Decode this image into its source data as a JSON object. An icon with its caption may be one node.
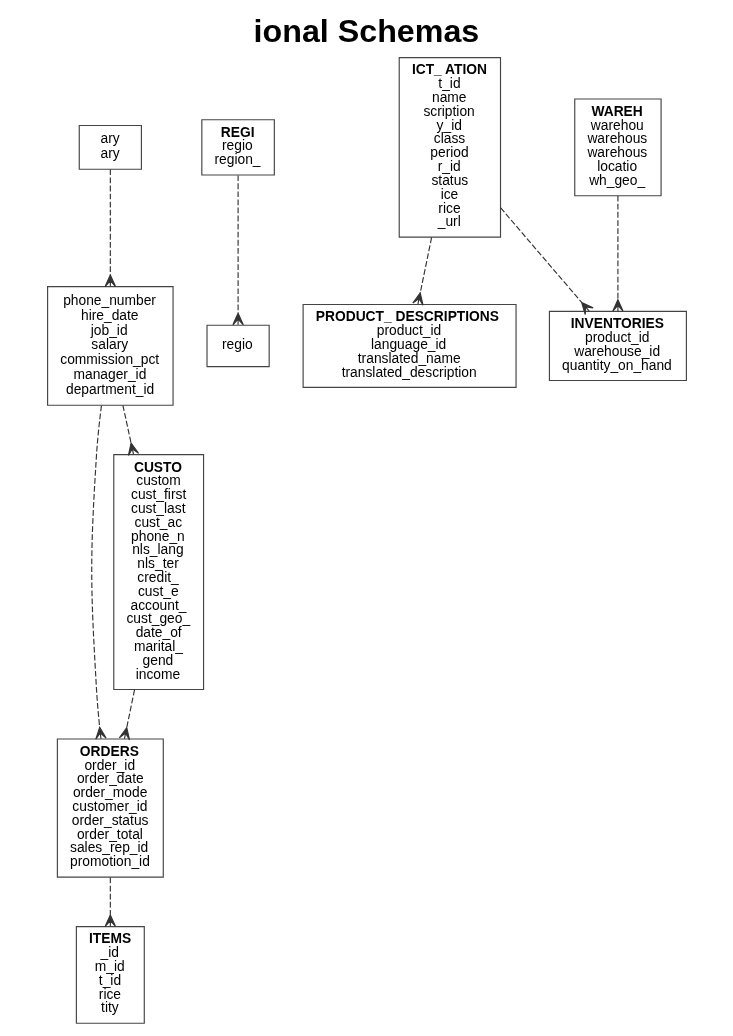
{
  "diagram": {
    "title": "ional Schemas",
    "nodes": [
      {
        "text": [
          "ary",
          "ary"
        ]
      },
      {
        "text": [
          "phone_number",
          "hire_date",
          "job_id",
          "salary",
          "commission_pct",
          "manager_id",
          "department_id"
        ]
      },
      {
        "text": [
          "regio"
        ]
      },
      {
        "text": [
          "REGI",
          "regio",
          "region_"
        ]
      },
      {
        "text": [
          "ITEMS",
          "_id",
          "m_id",
          "t_id",
          "rice",
          "tity"
        ]
      },
      {
        "text": [
          "ORDERS",
          "order_id",
          "order_date",
          "order_mode",
          "customer_id",
          "order_status",
          "order_total",
          "sales_rep_id",
          "promotion_id"
        ]
      },
      {
        "text": [
          "CUSTO",
          "custom",
          "cust_first",
          "cust_last",
          "cust_ac",
          "phone_n",
          "nls_lang",
          "nls_ter",
          "credit_",
          "cust_e",
          "account_",
          "cust_geo_",
          "date_of",
          "marital_",
          "gend",
          "income"
        ]
      },
      {
        "text": [
          "ICT_ ATION",
          "t_id",
          "name",
          "scription",
          "y_id",
          "class",
          "period",
          "r_id",
          "status",
          "ice",
          "rice",
          "_url"
        ]
      },
      {
        "text": [
          "PRODUCT_ DESCRIPTIONS",
          "product_id",
          "language_id",
          "translated_name",
          "translated_description"
        ]
      },
      {
        "text": [
          "WAREH",
          "warehou",
          "warehous",
          "warehous",
          "locatio",
          "wh_geo_"
        ]
      },
      {
        "text": [
          "INVENTORIES",
          "product_id",
          "warehouse_id",
          "quantity_on_hand"
        ]
      }
    ],
    "edges": [
      {
        "from": 0,
        "to": 1,
        "arrow": "other",
        "style": "dashed"
      },
      {
        "from": 3,
        "to": 2,
        "arrow": "other",
        "style": "dashed"
      },
      {
        "from": 1,
        "to": 5,
        "arrow": "other",
        "style": "dashed"
      },
      {
        "from": 1,
        "to": 6,
        "arrow": "other",
        "style": "dashed"
      },
      {
        "from": 5,
        "to": 4,
        "arrow": "other",
        "style": "dashed"
      },
      {
        "from": 6,
        "to": 5,
        "arrow": "other",
        "style": "dashed"
      },
      {
        "from": 7,
        "to": 8,
        "arrow": "other",
        "style": "dashed"
      },
      {
        "from": 7,
        "to": 10,
        "arrow": "other",
        "style": "dashed"
      },
      {
        "from": 9,
        "to": 10,
        "arrow": "other",
        "style": "dashed"
      }
    ]
  }
}
